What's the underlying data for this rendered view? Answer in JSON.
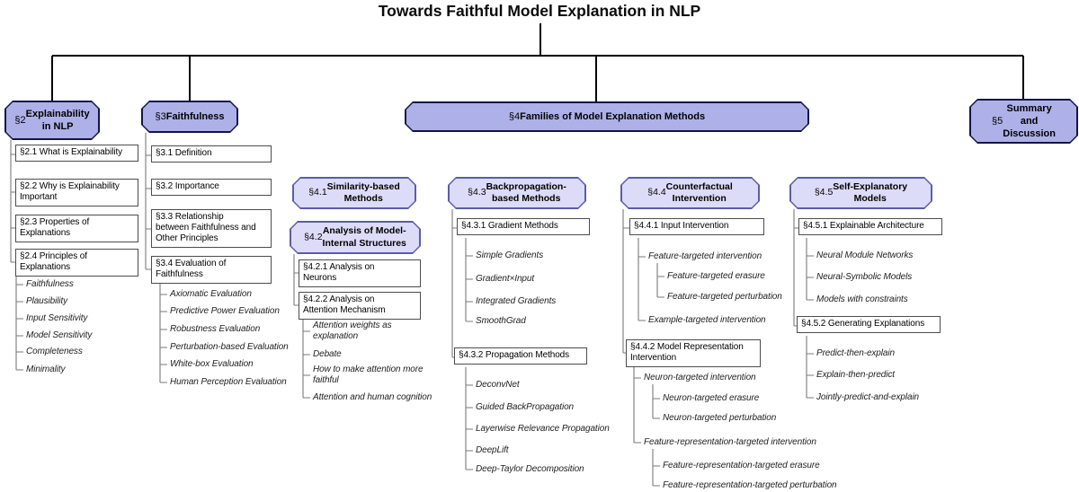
{
  "title": "Towards Faithful Model Explanation in NLP",
  "colors": {
    "section_fill": "#aeb1e8",
    "section_border": "#14144a",
    "subsection_fill": "#dcdcf8",
    "subsection_border": "#5c5ca8",
    "connector": "#7a7a7a"
  },
  "nodes": {
    "s2": {
      "num": "§2",
      "title": "Explainability\nin NLP"
    },
    "s3": {
      "num": "§3",
      "title": "Faithfulness"
    },
    "s4": {
      "num": "§4",
      "title": "Families of Model Explanation Methods"
    },
    "s5": {
      "num": "§5",
      "title": "Summary\nand\nDiscussion"
    },
    "s41": {
      "num": "§4.1",
      "title": "Similarity-based\nMethods"
    },
    "s42": {
      "num": "§4.2",
      "title": "Analysis of Model-\nInternal Structures"
    },
    "s43": {
      "num": "§4.3",
      "title": "Backpropagation-\nbased Methods"
    },
    "s44": {
      "num": "§4.4",
      "title": "Counterfactual\nIntervention"
    },
    "s45": {
      "num": "§4.5",
      "title": "Self-Explanatory\nModels"
    }
  },
  "boxes": {
    "s21": "§2.1 What is Explainability",
    "s22": "§2.2 Why is Explainability\nImportant",
    "s23": "§2.3 Properties of\nExplanations",
    "s24": "§2.4 Principles of\nExplanations",
    "s31": "§3.1 Definition",
    "s32": "§3.2 Importance",
    "s33": "§3.3 Relationship\nbetween Faithfulness and\nOther Principles",
    "s34": "§3.4 Evaluation of\nFaithfulness",
    "s421": "§4.2.1 Analysis on\nNeurons",
    "s422": "§4.2.2 Analysis on\nAttention Mechanism",
    "s431": "§4.3.1 Gradient Methods",
    "s432": "§4.3.2 Propagation Methods",
    "s441": "§4.4.1 Input Intervention",
    "s442": "§4.4.2 Model Representation\nIntervention",
    "s451": "§4.5.1 Explainable Architecture",
    "s452": "§4.5.2 Generating Explanations"
  },
  "leaves": {
    "l2": [
      "Faithfulness",
      "Plausibility",
      "Input Sensitivity",
      "Model Sensitivity",
      "Completeness",
      "Minimality"
    ],
    "l3": [
      "Axiomatic Evaluation",
      "Predictive Power Evaluation",
      "Robustness Evaluation",
      "Perturbation-based Evaluation",
      "White-box Evaluation",
      "Human Perception Evaluation"
    ],
    "l422": [
      "Attention weights as\nexplanation",
      "Debate",
      "How to make attention more\nfaithful",
      "Attention and human cognition"
    ],
    "l431": [
      "Simple Gradients",
      "Gradient×Input",
      "Integrated Gradients",
      "SmoothGrad"
    ],
    "l432": [
      "DeconvNet",
      "Guided BackPropagation",
      "Layerwise Relevance Propagation",
      "DeepLift",
      "Deep-Taylor Decomposition"
    ],
    "l441": [
      "Feature-targeted intervention",
      "Feature-targeted erasure",
      "Feature-targeted perturbation",
      "Example-targeted intervention"
    ],
    "l442": [
      "Neuron-targeted intervention",
      "Neuron-targeted erasure",
      "Neuron-targeted perturbation",
      "Feature-representation-targeted intervention",
      "Feature-representation-targeted erasure",
      "Feature-representation-targeted perturbation"
    ],
    "l451": [
      "Neural Module Networks",
      "Neural-Symbolic Models",
      "Models with constraints"
    ],
    "l452": [
      "Predict-then-explain",
      "Explain-then-predict",
      "Jointly-predict-and-explain"
    ]
  }
}
